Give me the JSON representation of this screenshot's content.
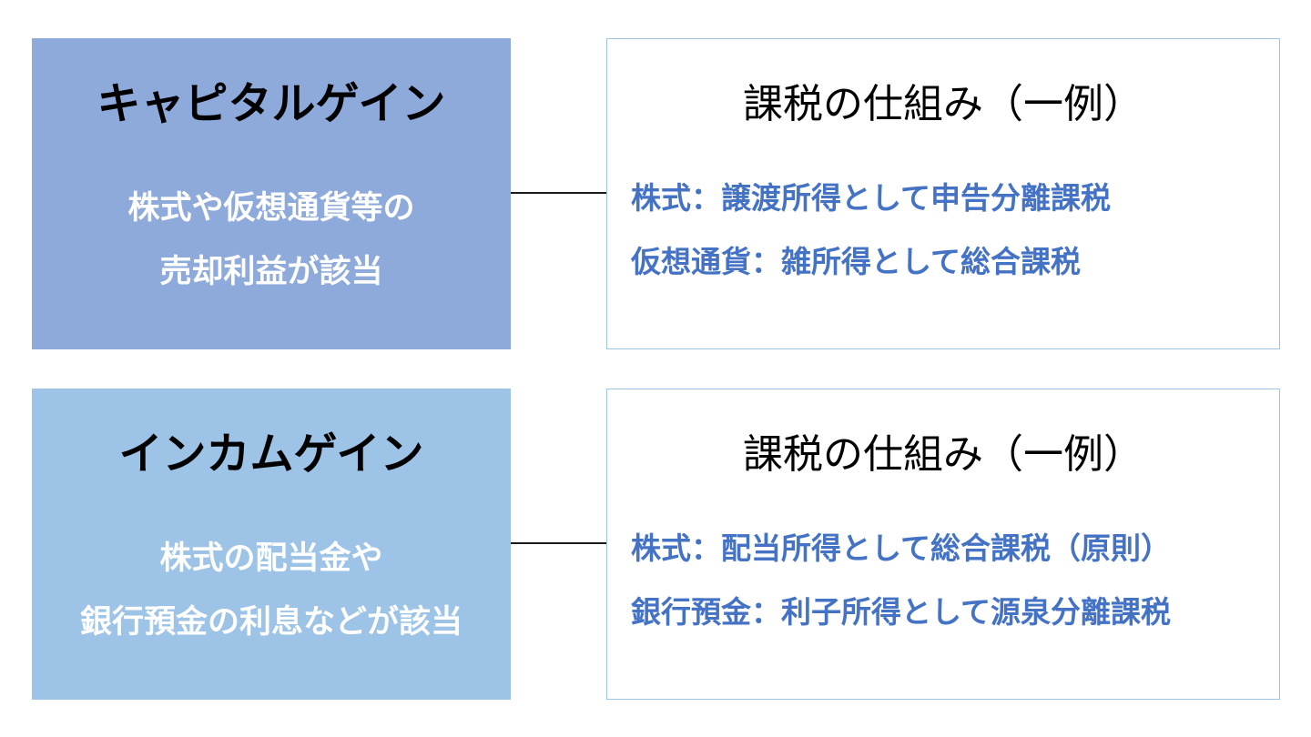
{
  "capital_gain": {
    "title": "キャピタルゲイン",
    "description_lines": [
      "株式や仮想通貨等の",
      "売却利益が該当"
    ],
    "tax_box": {
      "title": "課税の仕組み（一例）",
      "lines": [
        "株式：譲渡所得として申告分離課税",
        "仮想通貨：雑所得として総合課税"
      ]
    }
  },
  "income_gain": {
    "title": "インカムゲイン",
    "description_lines": [
      "株式の配当金や",
      "銀行預金の利息などが該当"
    ],
    "tax_box": {
      "title": "課税の仕組み（一例）",
      "lines": [
        "株式：配当所得として総合課税（原則）",
        "銀行預金：利子所得として源泉分離課税"
      ]
    }
  },
  "colors": {
    "capital_box": "#8eaadb",
    "income_box": "#9dc3e6",
    "right_border": "#9dc3e6",
    "tax_text": "#4472c4",
    "description_text": "#ffffff"
  }
}
